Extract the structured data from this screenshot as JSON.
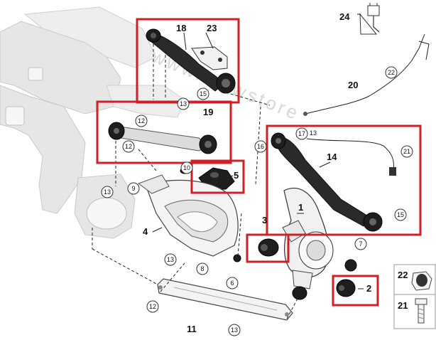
{
  "watermark": "www.bmwstore",
  "callouts": {
    "c1": "1",
    "c2": "2",
    "c3": "3",
    "c4": "4",
    "c5": "5",
    "c6": "6",
    "c7": "7",
    "c8": "8",
    "c9": "9",
    "c10": "10",
    "c11": "11",
    "c12a": "12",
    "c12b": "12",
    "c12c": "12",
    "c13a": "13",
    "c13b": "13",
    "c13c": "13",
    "c13d": "13",
    "c13e": "13",
    "c14": "14",
    "c15a": "15",
    "c15b": "15",
    "c16": "16",
    "c17": "17",
    "c18": "18",
    "c19": "19",
    "c20": "20",
    "c21": "21",
    "c22": "22",
    "c23": "23",
    "c24": "24"
  },
  "legend": {
    "item22": "22",
    "item21": "21"
  },
  "highlight_color": "#d01f25",
  "icons": {
    "plug": "electrical-plug-icon"
  }
}
